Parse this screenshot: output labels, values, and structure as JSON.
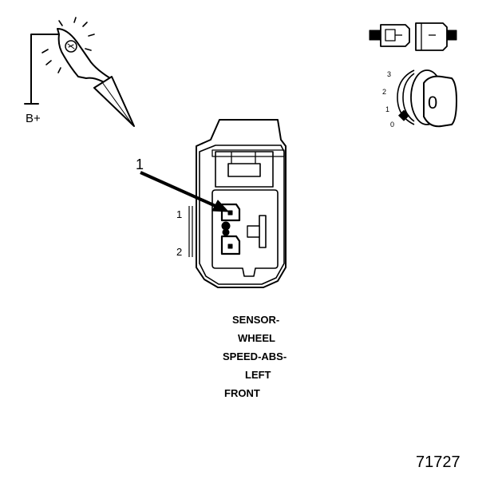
{
  "probe": {
    "label": "B+",
    "icon": "test-light-probe-icon"
  },
  "callout": {
    "label": "1"
  },
  "connector": {
    "icon": "two-pin-connector-face-icon",
    "pins": [
      "1",
      "2"
    ],
    "caption": [
      "SENSOR-",
      "WHEEL",
      "SPEED-ABS-",
      "LEFT",
      "FRONT"
    ]
  },
  "disconnected_connector": {
    "icon": "disconnected-connector-icon"
  },
  "ignition": {
    "icon": "ignition-key-icon",
    "positions": [
      "3",
      "2",
      "1",
      "0"
    ],
    "key_label": "0"
  },
  "figure_number": "71727"
}
